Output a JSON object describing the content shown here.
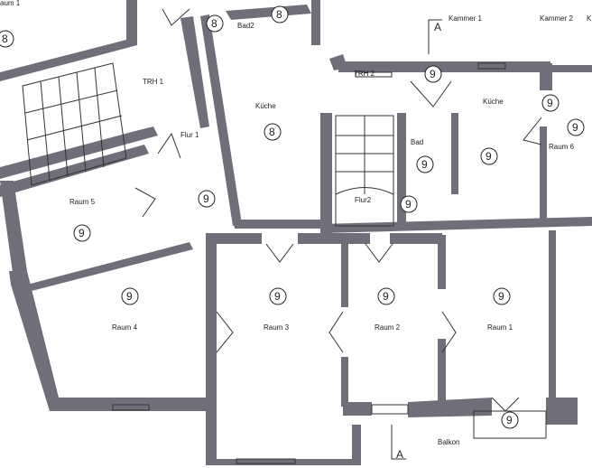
{
  "labels": {
    "raum1_partial": "aum 1",
    "kammer1": "Kammer 1",
    "kammer2": "Kammer 2",
    "k_partial": "K",
    "trh1": "TRH 1",
    "trh2": "TRH 2",
    "bad2": "Bad2",
    "kueche_left": "Küche",
    "kueche_right": "Küche",
    "bad": "Bad",
    "flur1": "Flur 1",
    "flur2": "Flur2",
    "raum5": "Raum 5",
    "raum4": "Raum 4",
    "raum3": "Raum 3",
    "raum2": "Raum 2",
    "raum1": "Raum 1",
    "raum6": "Raum 6",
    "balkon": "Balkon",
    "section_top": "A",
    "section_bottom": "A"
  },
  "markers": {
    "m8": "8",
    "m9": "9"
  },
  "colors": {
    "wall": "#6f6f7c"
  }
}
